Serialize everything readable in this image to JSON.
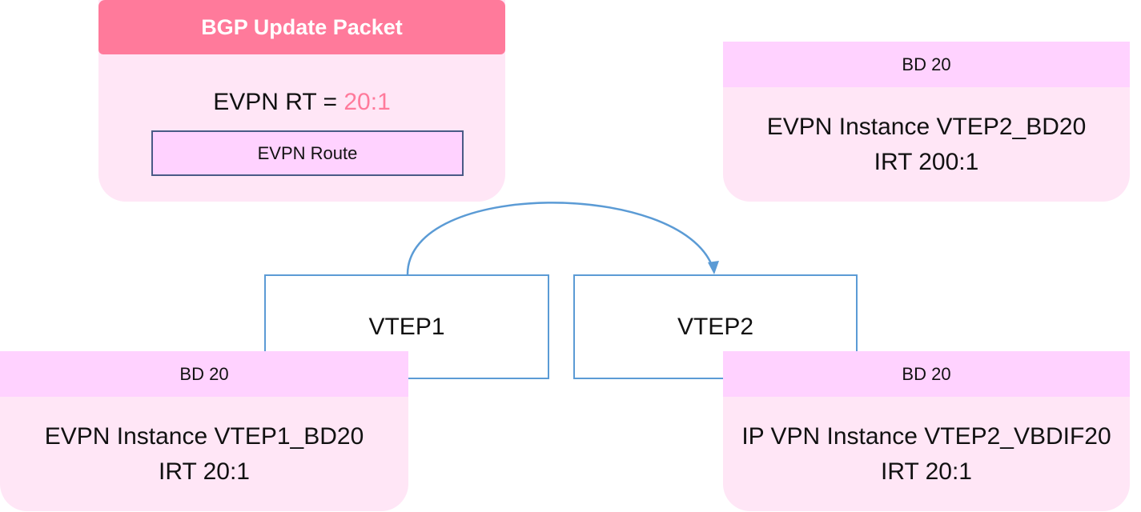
{
  "bgp_packet": {
    "title": "BGP Update Packet",
    "rt_label": "EVPN RT = ",
    "rt_value": "20:1",
    "route_label": "EVPN Route"
  },
  "vtep1": {
    "label": "VTEP1"
  },
  "vtep2": {
    "label": "VTEP2"
  },
  "cards": {
    "vtep2_bd20": {
      "header": "BD 20",
      "line1": "EVPN Instance VTEP2_BD20",
      "line2": "IRT 200:1"
    },
    "vtep1_bd20": {
      "header": "BD 20",
      "line1": "EVPN Instance VTEP1_BD20",
      "line2": "IRT 20:1"
    },
    "vtep2_vbdif20": {
      "header": "BD 20",
      "line1": "IP VPN Instance VTEP2_VBDIF20",
      "line2": "IRT 20:1"
    }
  },
  "colors": {
    "header_pink": "#ff7a9b",
    "card_bg": "#ffe6f6",
    "band_bg": "#ffd2ff",
    "vtep_border": "#5b9bd5",
    "route_border": "#4a5a86"
  }
}
